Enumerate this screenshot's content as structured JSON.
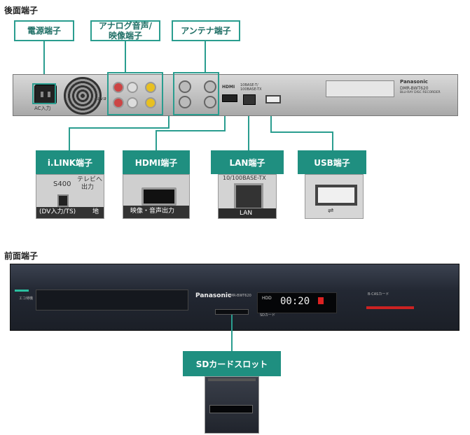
{
  "sections": {
    "rear_title": "後面端子",
    "front_title": "前面端子"
  },
  "rear_labels": {
    "power": "電源端子",
    "analog_line1": "アナログ音声/",
    "analog_line2": "映像端子",
    "antenna": "アンテナ端子"
  },
  "rear_callouts": {
    "ilink": "i.LINK端子",
    "hdmi": "HDMI端子",
    "lan": "LAN端子",
    "usb": "USB端子"
  },
  "front_callouts": {
    "sd_slot": "SDカードスロット"
  },
  "device": {
    "brand": "Panasonic",
    "model": "DMR-BWT620",
    "rear_model_line": "DMR-BWT620",
    "rear_subtitle": "BLU-RAY DISC RECORDER",
    "ac_label": "AC入力",
    "java_label": "Java",
    "hdmi_logo": "HDMI",
    "lan_port_label1": "10BASE-T/",
    "lan_port_label2": "100BASE-TX",
    "eco_label": "エコ待機",
    "hdd_label": "HDD",
    "display_time": "00:20",
    "sd_card_label": "SDカード",
    "bcas_label": "B-CASカード"
  },
  "closeups": {
    "ilink_s400": "S400",
    "ilink_tv_line1": "テレビへ",
    "ilink_tv_line2": "出力",
    "ilink_bottom": "(DV入力/TS)",
    "ilink_bottom_extra": "地",
    "hdmi_bottom": "映像・音声出力",
    "lan_top": "10/100BASE-TX",
    "lan_bottom": "LAN"
  },
  "colors": {
    "accent": "#2a9d8f",
    "callout_fill": "#1f8f80"
  }
}
